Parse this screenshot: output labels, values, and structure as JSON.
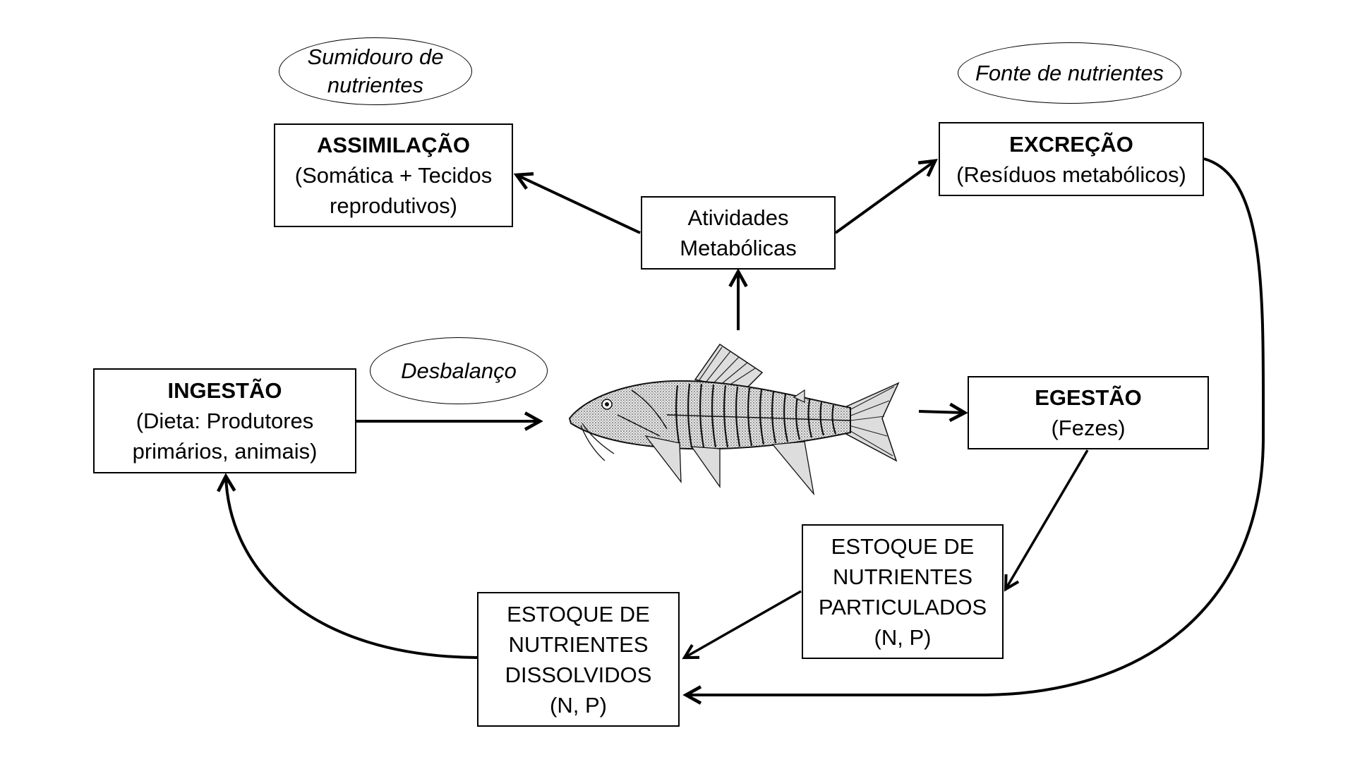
{
  "diagram": {
    "type": "flow-diagram",
    "subject": "fish nutrient cycling",
    "labels": {
      "sink": [
        "Sumidouro de",
        "nutrientes"
      ],
      "source": [
        "Fonte de nutrientes"
      ],
      "imbalance": [
        "Desbalanço"
      ]
    },
    "boxes": {
      "assimilation": {
        "title": "ASSIMILAÇÃO",
        "lines": [
          "(Somática + Tecidos",
          "reprodutivos)"
        ]
      },
      "excretion": {
        "title": "EXCREÇÃO",
        "lines": [
          "(Resíduos metabólicos)"
        ]
      },
      "metabolic": {
        "title": "",
        "lines": [
          "Atividades",
          "Metabólicas"
        ]
      },
      "ingestion": {
        "title": "INGESTÃO",
        "lines": [
          "(Dieta: Produtores",
          "primários, animais)"
        ]
      },
      "egestion": {
        "title": "EGESTÃO",
        "lines": [
          "(Fezes)"
        ]
      },
      "particulate": {
        "title": "",
        "lines": [
          "ESTOQUE DE",
          "NUTRIENTES",
          "PARTICULADOS",
          "(N, P)"
        ]
      },
      "dissolved": {
        "title": "",
        "lines": [
          "ESTOQUE DE",
          "NUTRIENTES",
          "DISSOLVIDOS",
          "(N, P)"
        ]
      }
    },
    "edges": [
      {
        "from": "ingestion",
        "to": "fish"
      },
      {
        "from": "fish",
        "to": "metabolic"
      },
      {
        "from": "metabolic",
        "to": "assimilation"
      },
      {
        "from": "metabolic",
        "to": "excretion"
      },
      {
        "from": "fish",
        "to": "egestion"
      },
      {
        "from": "egestion",
        "to": "particulate"
      },
      {
        "from": "particulate",
        "to": "dissolved"
      },
      {
        "from": "excretion",
        "to": "dissolved"
      },
      {
        "from": "dissolved",
        "to": "ingestion"
      }
    ],
    "fish_icon": "catfish-illustration"
  }
}
